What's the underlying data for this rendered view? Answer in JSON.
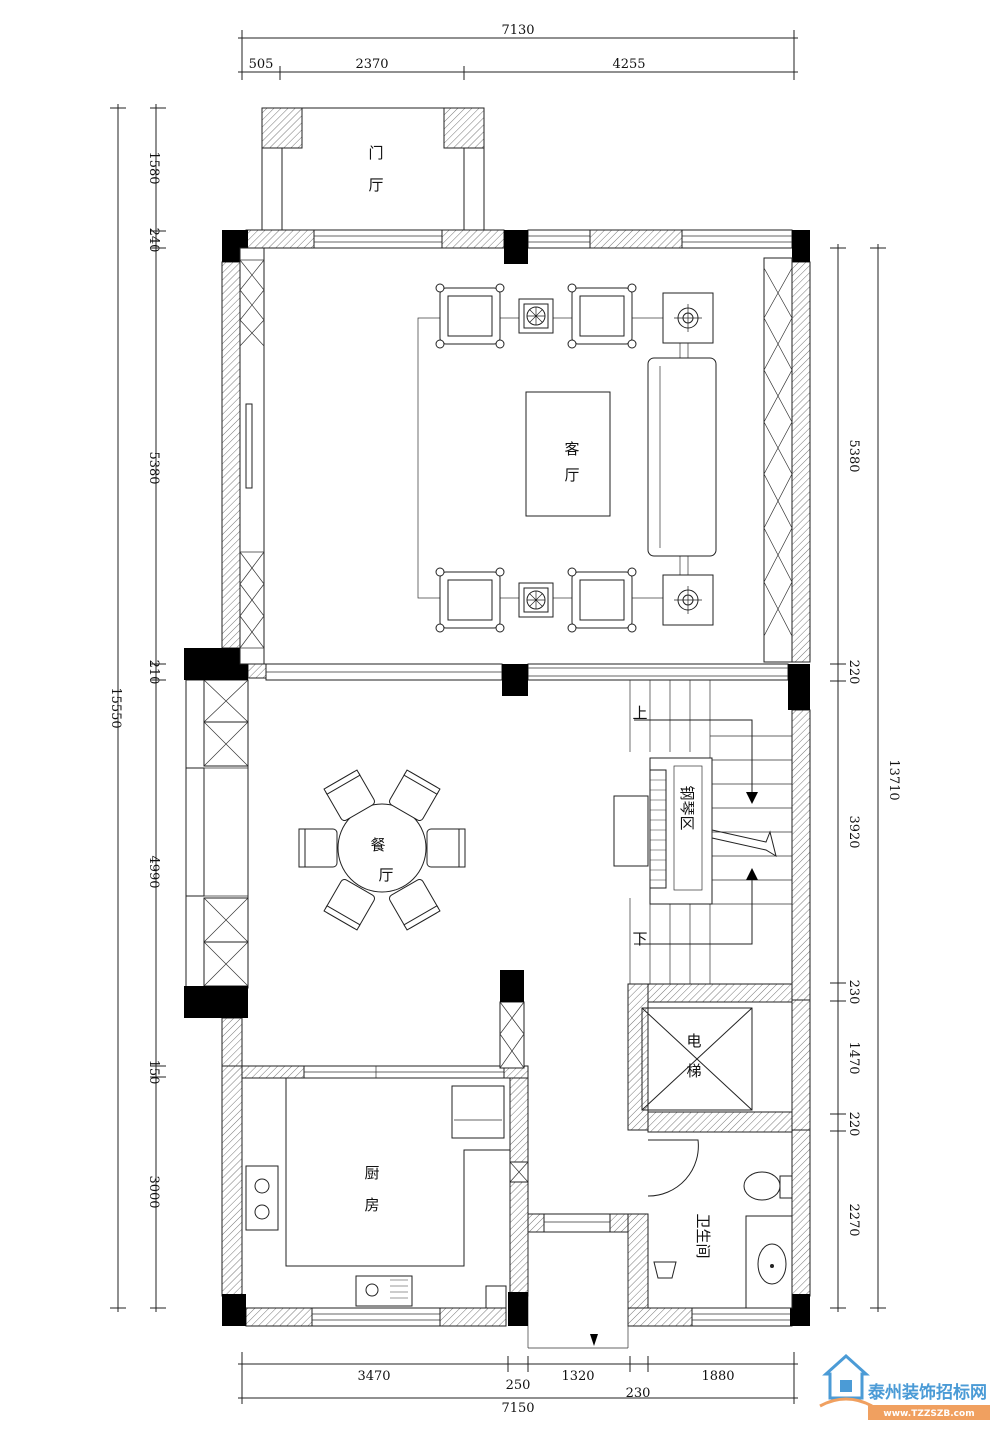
{
  "dimensions": {
    "top_total": "7130",
    "top_seg_1": "505",
    "top_seg_2": "2370",
    "top_seg_3": "4255",
    "left_seg_1": "1580",
    "left_seg_2": "240",
    "left_seg_3": "5380",
    "left_seg_4": "210",
    "left_total": "15550",
    "left_seg_5": "4990",
    "left_seg_6": "150",
    "left_seg_7": "3000",
    "right_seg_1": "5380",
    "right_seg_2": "220",
    "right_total": "13710",
    "right_seg_3": "3920",
    "right_seg_4": "230",
    "right_seg_5": "1470",
    "right_seg_6": "220",
    "right_seg_7": "2270",
    "bottom_seg_1": "3470",
    "bottom_seg_2": "250",
    "bottom_seg_3": "1320",
    "bottom_seg_4": "230",
    "bottom_seg_5": "1880",
    "bottom_total": "7150"
  },
  "rooms": {
    "foyer_1": "门",
    "foyer_2": "厅",
    "living_1": "客",
    "living_2": "厅",
    "dining_1": "餐",
    "dining_2": "厅",
    "piano": "钢琴区",
    "elevator_1": "电",
    "elevator_2": "梯",
    "kitchen_1": "厨",
    "kitchen_2": "房",
    "bathroom": "卫生间",
    "stair_up": "上",
    "stair_down": "下"
  },
  "watermark": {
    "name": "泰州装饰招标网",
    "url": "www.TZZSZB.com"
  },
  "colors": {
    "line": "#222222",
    "watermark_blue": "#4b9bd6",
    "watermark_banner": "#f0a060"
  }
}
